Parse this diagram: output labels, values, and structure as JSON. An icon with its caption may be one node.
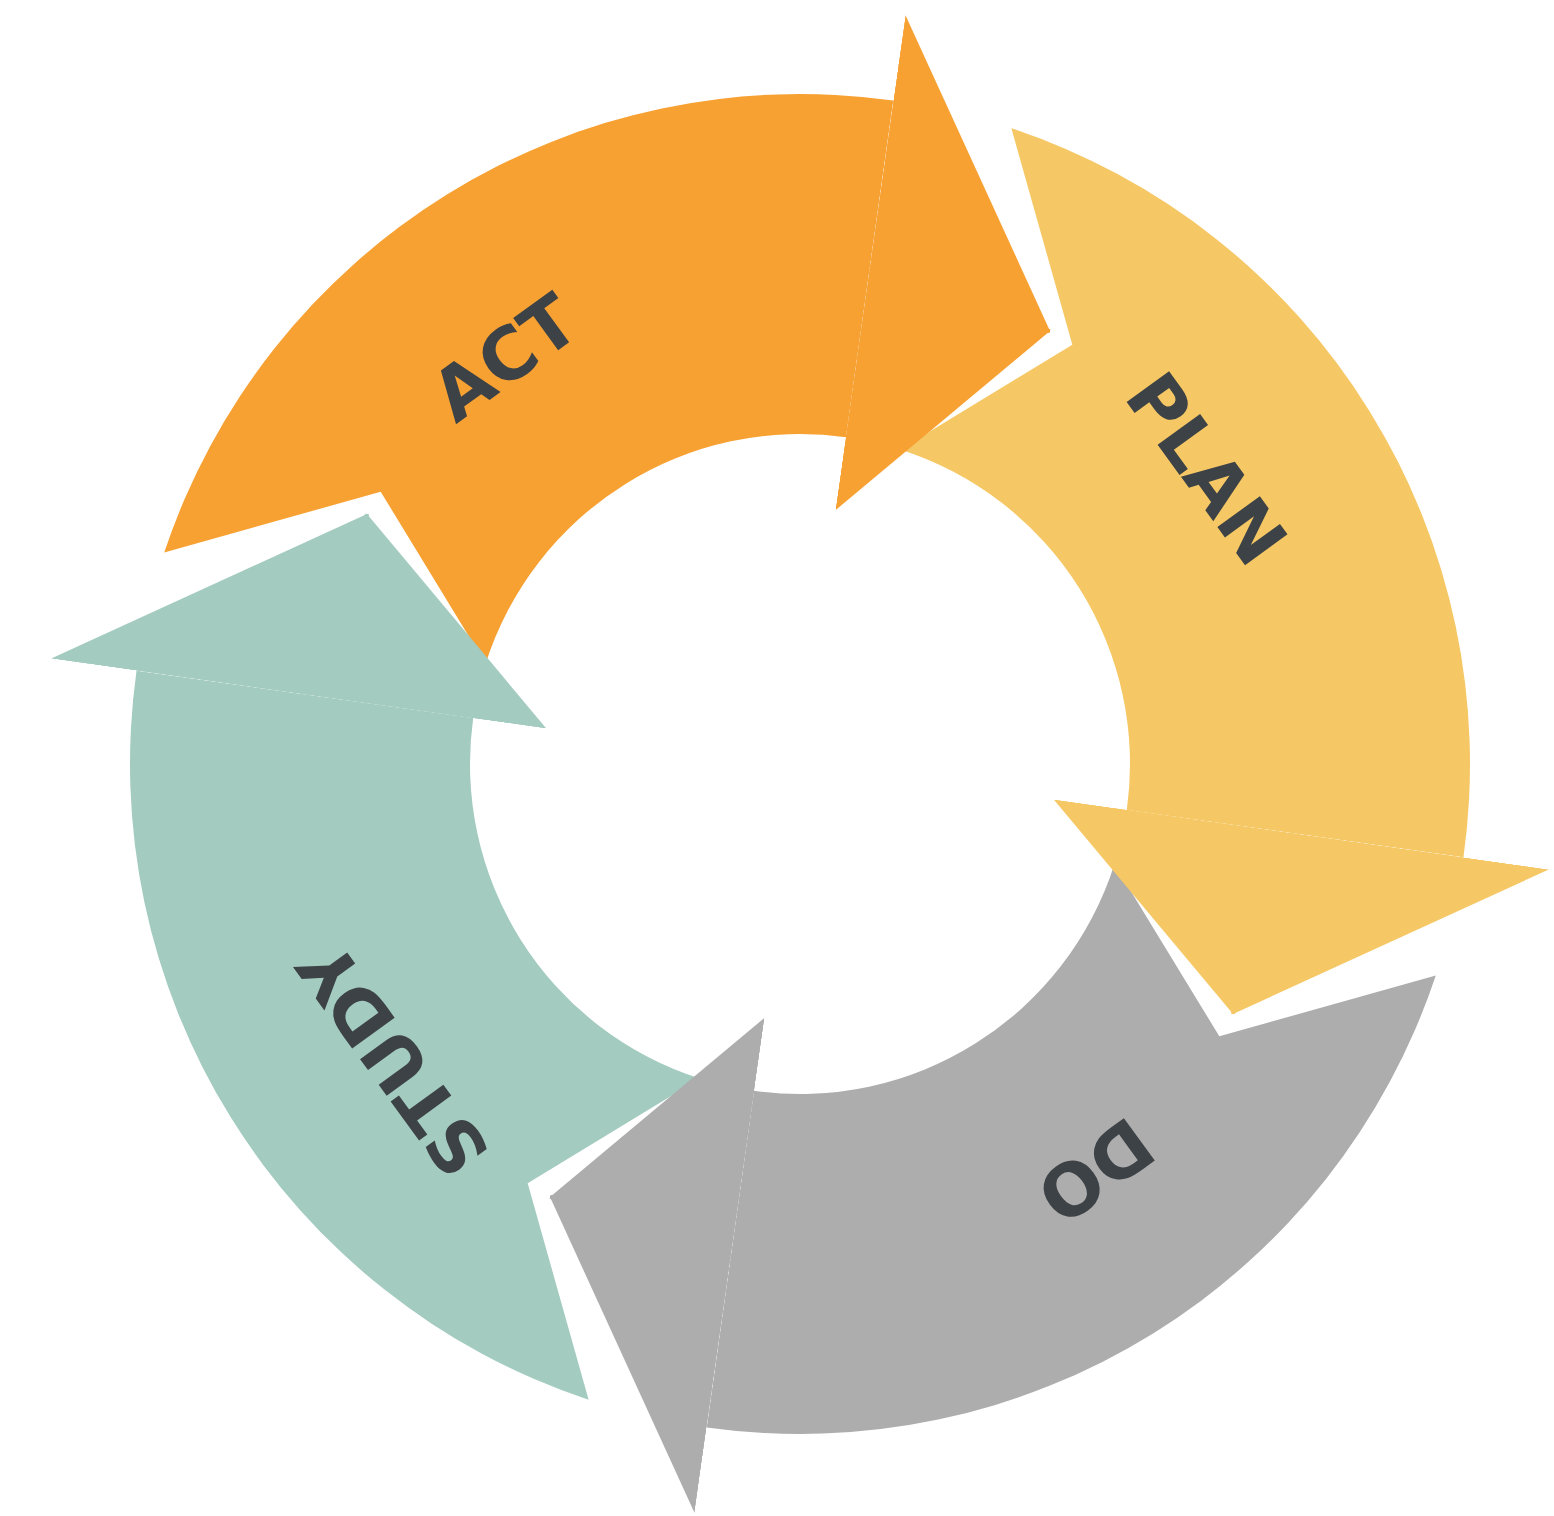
{
  "diagram": {
    "nodes": [
      {
        "text": [
          "ACT"
        ]
      },
      {
        "text": [
          "PLAN"
        ]
      },
      {
        "text": [
          "DO"
        ]
      },
      {
        "text": [
          "STUDY"
        ]
      }
    ],
    "edges": [
      {
        "from": 0,
        "to": 1,
        "arrow": "to",
        "color": "#f7a133"
      },
      {
        "from": 1,
        "to": 2,
        "arrow": "to",
        "color": "#f5c865"
      },
      {
        "from": 2,
        "to": 3,
        "arrow": "to",
        "color": "#adadad"
      },
      {
        "from": 3,
        "to": 0,
        "arrow": "to",
        "color": "#a3cbbf"
      }
    ]
  }
}
